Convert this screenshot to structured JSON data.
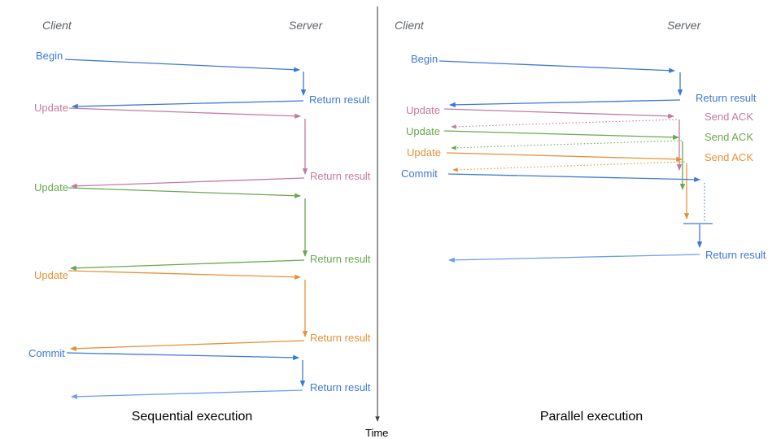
{
  "colors": {
    "blue": "#3d78d8",
    "blue_light": "#6d9eeb",
    "pink": "#c27ba0",
    "green": "#6aa84f",
    "orange": "#e69138",
    "gray": "#5f6368",
    "axis": "#424242",
    "title": "#000000"
  },
  "time_axis": {
    "label": "Time"
  },
  "seq": {
    "title": "Sequential execution",
    "client": "Client",
    "server": "Server",
    "requests": [
      {
        "label": "Begin",
        "response": "Return result",
        "color": "blue"
      },
      {
        "label": "Update",
        "response": "Return result",
        "color": "pink"
      },
      {
        "label": "Update",
        "response": "Return result",
        "color": "green"
      },
      {
        "label": "Update",
        "response": "Return result",
        "color": "orange"
      },
      {
        "label": "Commit",
        "response": "Return result",
        "color": "blue"
      }
    ]
  },
  "par": {
    "title": "Parallel execution",
    "client": "Client",
    "server": "Server",
    "requests": [
      {
        "label": "Begin",
        "response": "Return result",
        "color": "blue"
      },
      {
        "label": "Update",
        "response": "Send ACK",
        "color": "pink"
      },
      {
        "label": "Update",
        "response": "Send ACK",
        "color": "green"
      },
      {
        "label": "Update",
        "response": "Send ACK",
        "color": "orange"
      },
      {
        "label": "Commit",
        "response": "Return result",
        "color": "blue"
      }
    ]
  }
}
